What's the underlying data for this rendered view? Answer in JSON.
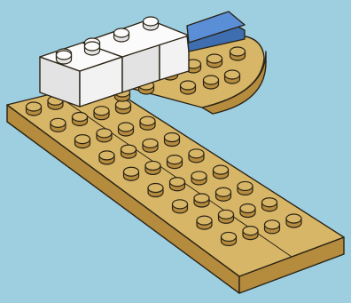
{
  "scene": {
    "subject": "lego-brick-build-step",
    "colors": {
      "background": "#9ecfe0",
      "plate_top": "#d8b667",
      "plate_side": "#b58b3d",
      "brick_white_top": "#fbfbfb",
      "brick_white_side": "#e3e3e3",
      "brick_blue_top": "#5a8fd8",
      "brick_blue_side": "#3e6db0",
      "outline": "#2b2416"
    },
    "parts": [
      {
        "name": "tan-l-plate-long-arm",
        "color": "tan"
      },
      {
        "name": "tan-round-corner-plate",
        "color": "tan"
      },
      {
        "name": "white-brick-1x2-left",
        "color": "white"
      },
      {
        "name": "white-brick-1x2-right",
        "color": "white"
      },
      {
        "name": "blue-tile-1x2",
        "color": "blue"
      }
    ]
  }
}
